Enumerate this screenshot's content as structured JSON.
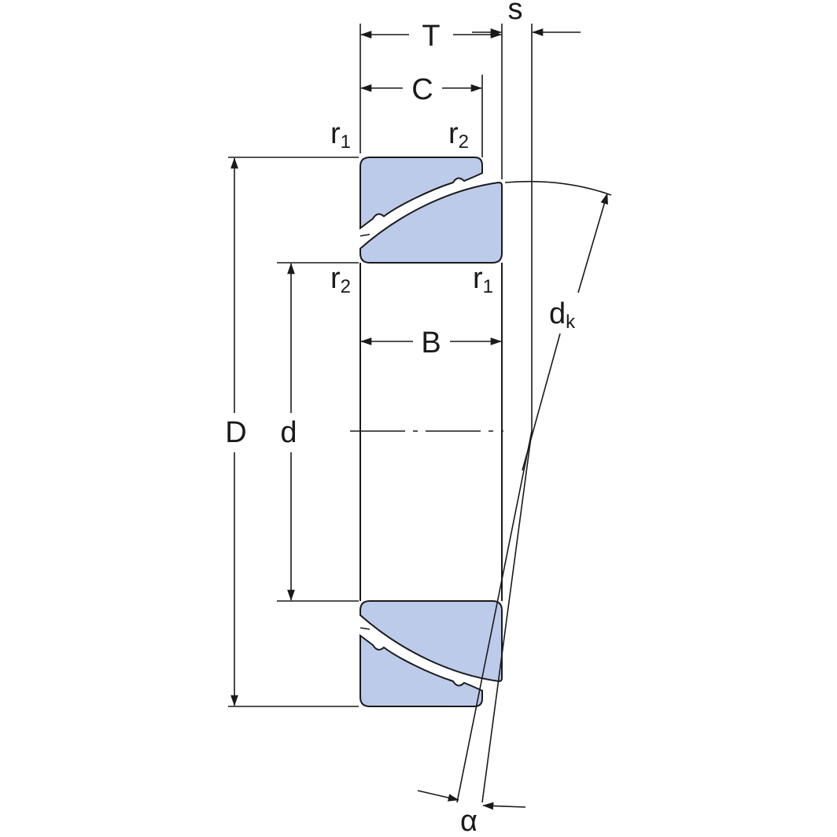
{
  "colors": {
    "part_fill": "#bccbea",
    "line": "#1a1a1a",
    "background": "#ffffff"
  },
  "labels": {
    "T": "T",
    "s": "s",
    "C": "C",
    "r1": "r",
    "r1_sub": "1",
    "r2": "r",
    "r2_sub": "2",
    "B": "B",
    "D": "D",
    "d": "d",
    "dk": "d",
    "dk_sub": "k",
    "alpha": "α"
  }
}
